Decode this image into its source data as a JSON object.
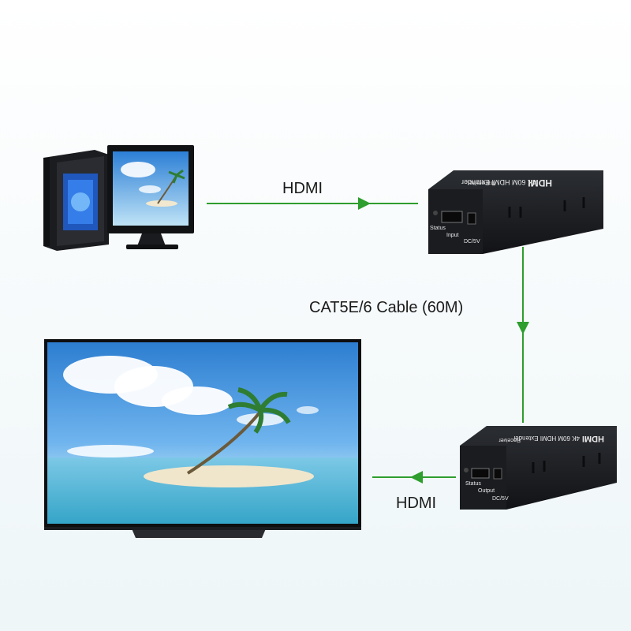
{
  "labels": {
    "hdmi_top": "HDMI",
    "cable": "CAT5E/6 Cable (60M)",
    "hdmi_bottom": "HDMI"
  },
  "transmitter": {
    "brand": "HDMI",
    "model": "4K 60M HDMI Extender",
    "role": "Transmitter",
    "port_status": "Status",
    "port_input": "Input",
    "port_power": "DC/5V"
  },
  "receiver": {
    "brand": "HDMI",
    "model": "4K 60M HDMI Extender",
    "role": "Receiver",
    "port_status": "Status",
    "port_output": "Output",
    "port_power": "DC/5V"
  },
  "colors": {
    "arrow": "#2e9e2e",
    "device_body": "#1d1f22",
    "sky": "#3f8fd6"
  },
  "icons": [
    "desktop-pc-icon",
    "monitor-icon",
    "tv-icon",
    "transmitter-box",
    "receiver-box"
  ]
}
